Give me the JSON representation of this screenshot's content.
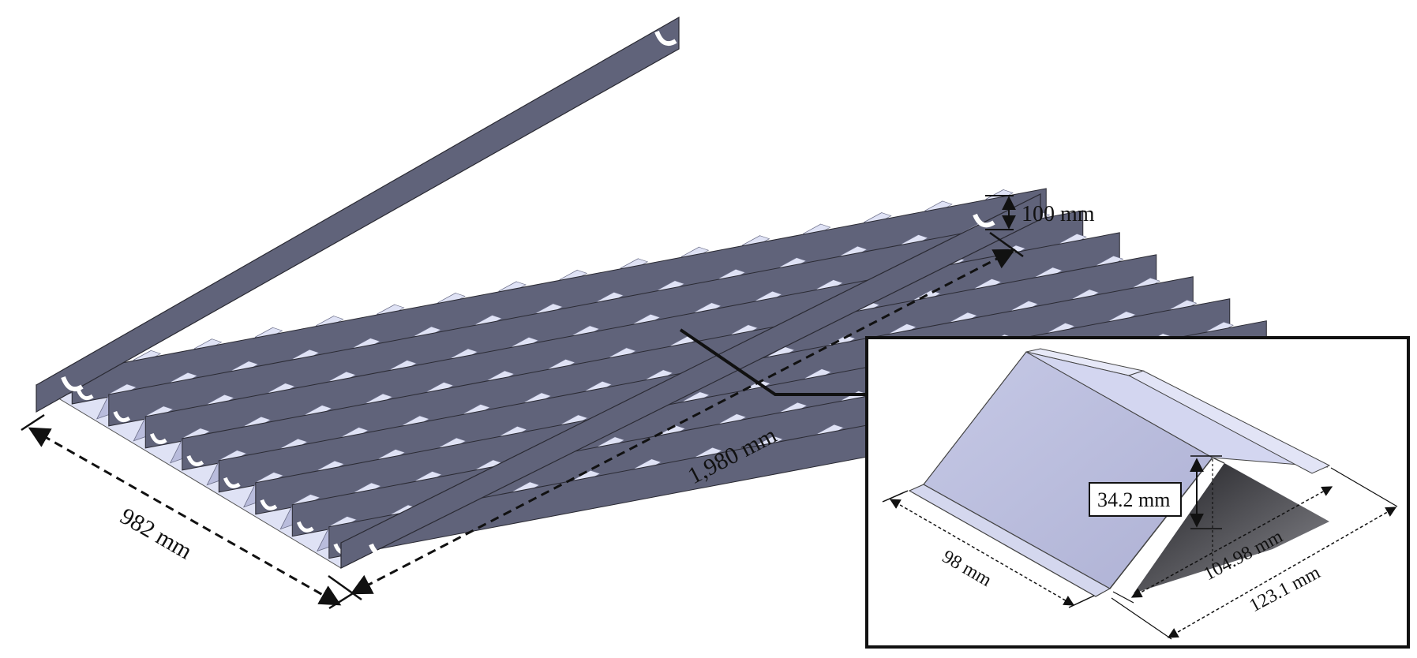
{
  "dimensions": {
    "height": "100 mm",
    "length": "1,980 mm",
    "width": "982 mm",
    "detail_height": "34.2 mm",
    "detail_base": "98 mm",
    "detail_inner": "104.98 mm",
    "detail_outer": "123.1 mm"
  },
  "colors": {
    "wall": "#60637a",
    "face_light": "#dfe2f5",
    "face_mid": "#b9bcdc",
    "shadow": "#3f3f44",
    "line": "#111111"
  },
  "structure": {
    "corrugation_rows": 8,
    "ridges_per_row": 16
  }
}
